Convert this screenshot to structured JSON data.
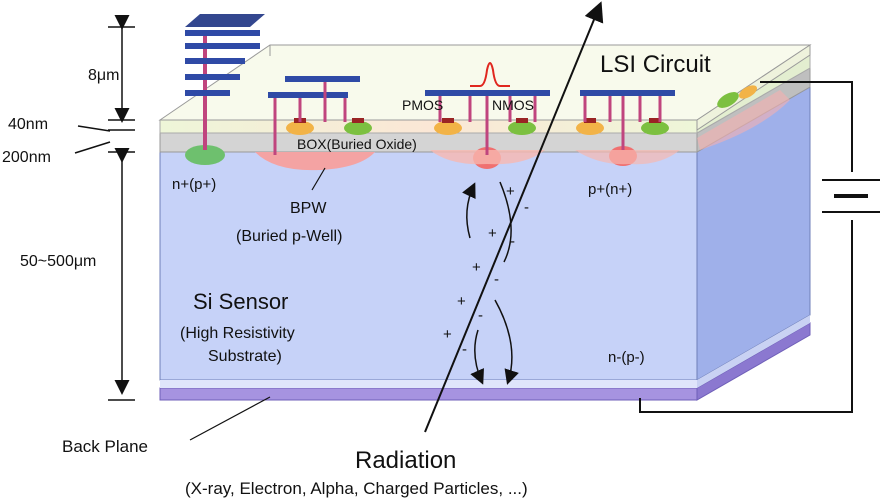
{
  "labels": {
    "lsi_circuit": "LSI Circuit",
    "pmos": "PMOS",
    "nmos": "NMOS",
    "box": "BOX(Buried Oxide)",
    "n_plus": "n+(p+)",
    "p_plus": "p+(n+)",
    "bpw_line1": "BPW",
    "bpw_line2": "(Buried p-Well)",
    "si_sensor": "Si Sensor",
    "substrate_line1": "(High Resistivity",
    "substrate_line2": "Substrate)",
    "n_minus": "n-(p-)",
    "back_plane": "Back Plane",
    "radiation": "Radiation",
    "radiation_types": "(X-ray, Electron, Alpha, Charged Particles, ...)"
  },
  "dimensions": {
    "metal_layers": "8μm",
    "soi_layer": "40nm",
    "box_layer": "200nm",
    "sensor_thickness": "50~500μm"
  },
  "charges": {
    "plus": "+",
    "minus": "-"
  },
  "colors": {
    "sensor_front": "#c6d2f8",
    "sensor_side": "#aab8ec",
    "back_plane": "#a693e0",
    "oxide": "#d4d4d4",
    "metal": "#2f4aa6",
    "via": "#c0457e",
    "implant_p": "#f08080",
    "implant_n": "#6ec06e"
  }
}
